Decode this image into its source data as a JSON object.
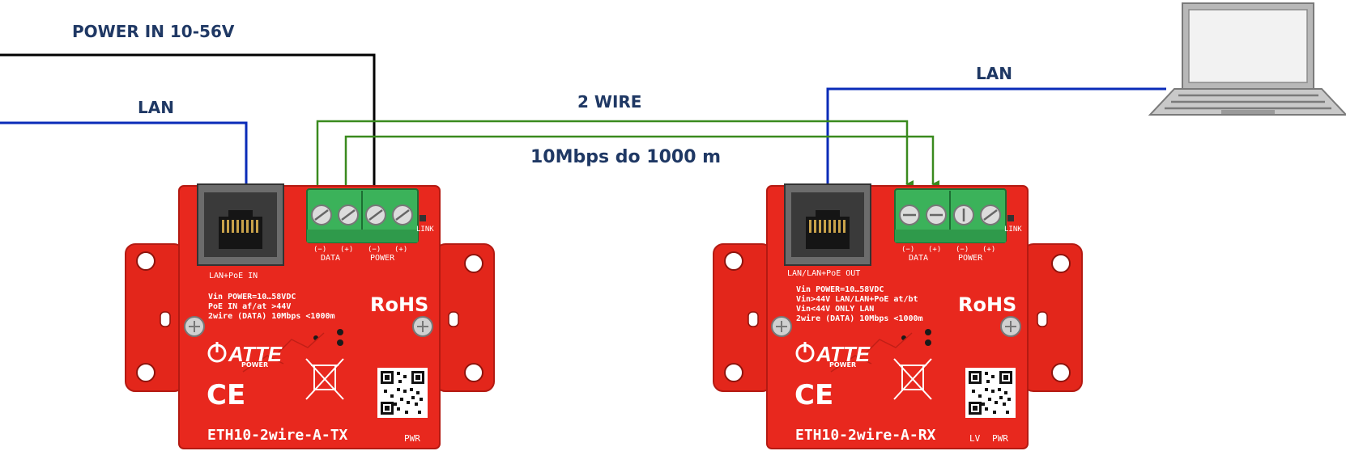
{
  "labels": {
    "power_in": "POWER IN 10-56V",
    "lan_left": "LAN",
    "lan_right": "LAN",
    "two_wire": "2 WIRE",
    "speed": "10Mbps do 1000 m"
  },
  "tx": {
    "port_label": "LAN+PoE IN",
    "terminal_signs": [
      "(−)",
      "(+)",
      "(−)",
      "(+)"
    ],
    "group_data": "DATA",
    "group_power": "POWER",
    "link": "LINK",
    "specs": [
      "Vin POWER=10…58VDC",
      "PoE IN af/at >44V",
      "2wire (DATA) 10Mbps <1000m"
    ],
    "rohs": "RoHS",
    "brand": "ATTE",
    "brand_sub": "POWER",
    "ce": "CE",
    "model": "ETH10-2wire-A-TX",
    "leds": [
      "PWR"
    ]
  },
  "rx": {
    "port_label": "LAN/LAN+PoE OUT",
    "terminal_signs": [
      "(−)",
      "(+)",
      "(−)",
      "(+)"
    ],
    "group_data": "DATA",
    "group_power": "POWER",
    "link": "LINK",
    "specs": [
      "Vin POWER=10…58VDC",
      "Vin>44V LAN/LAN+PoE at/bt",
      "Vin<44V ONLY LAN",
      "2wire (DATA) 10Mbps <1000m"
    ],
    "rohs": "RoHS",
    "brand": "ATTE",
    "brand_sub": "POWER",
    "ce": "CE",
    "model": "ETH10-2wire-A-RX",
    "leds": [
      "LV",
      "PWR"
    ]
  },
  "colors": {
    "pcb": "#e8281e",
    "bracket": "#e3261b",
    "power_wire": "#000000",
    "lan_wire": "#0a2bb8",
    "data_wire": "#3a8a1e",
    "label_text": "#1f3864",
    "terminal": "#3bb25a"
  }
}
